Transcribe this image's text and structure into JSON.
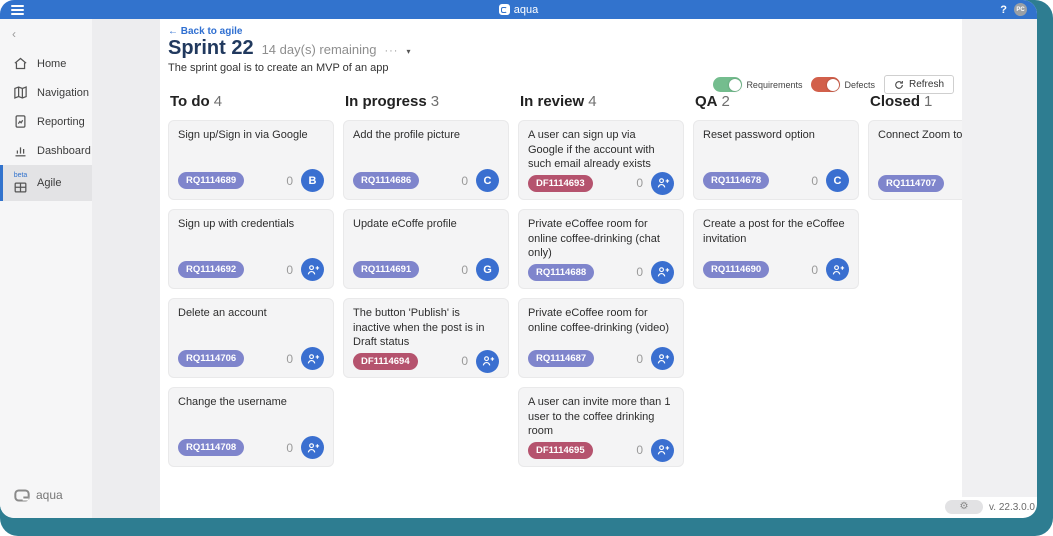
{
  "topbar": {
    "app_name": "aqua",
    "help_label": "?",
    "user_initials": "PC",
    "icons": [
      "hamburger-menu-icon",
      "aqua-logo-icon",
      "question-mark-icon",
      "user-avatar"
    ]
  },
  "sidebar": {
    "collapse_glyph": "‹",
    "items": [
      {
        "label": "Home",
        "icon": "home-icon",
        "selected": false
      },
      {
        "label": "Navigation",
        "icon": "map-icon",
        "selected": false
      },
      {
        "label": "Reporting",
        "icon": "report-icon",
        "selected": false
      },
      {
        "label": "Dashboard",
        "icon": "dashboard-icon",
        "selected": false
      },
      {
        "label": "Agile",
        "icon": "agile-grid-icon",
        "selected": true,
        "beta_tag": "beta"
      }
    ],
    "logo_text": "aqua"
  },
  "header": {
    "back_link": "← Back to agile",
    "title": "Sprint 22",
    "subtitle": "14 day(s) remaining",
    "menu_dots": "···",
    "caret": "▾",
    "goal": "The sprint goal is to create an MVP of an app"
  },
  "controls": {
    "requirements_label": "Requirements",
    "requirements_on": true,
    "defects_label": "Defects",
    "defects_on": true,
    "refresh_label": "Refresh"
  },
  "board": {
    "columns": [
      {
        "title": "To do",
        "count": 4,
        "cards": [
          {
            "title": "Sign up/Sign in via Google",
            "id": "RQ1114689",
            "type": "rq",
            "count": 0,
            "avatar": "B"
          },
          {
            "title": "Sign up with credentials",
            "id": "RQ1114692",
            "type": "rq",
            "count": 0,
            "avatar": "add"
          },
          {
            "title": "Delete an account",
            "id": "RQ1114706",
            "type": "rq",
            "count": 0,
            "avatar": "add"
          },
          {
            "title": "Change the username",
            "id": "RQ1114708",
            "type": "rq",
            "count": 0,
            "avatar": "add"
          }
        ]
      },
      {
        "title": "In progress",
        "count": 3,
        "cards": [
          {
            "title": "Add the profile picture",
            "id": "RQ1114686",
            "type": "rq",
            "count": 0,
            "avatar": "C"
          },
          {
            "title": "Update eCoffe profile",
            "id": "RQ1114691",
            "type": "rq",
            "count": 0,
            "avatar": "G"
          },
          {
            "title": "The button 'Publish' is inactive when the post is in Draft status",
            "id": "DF1114694",
            "type": "df",
            "count": 0,
            "avatar": "add"
          }
        ]
      },
      {
        "title": "In review",
        "count": 4,
        "cards": [
          {
            "title": "A user can sign up via Google if the account with such email already exists",
            "id": "DF1114693",
            "type": "df",
            "count": 0,
            "avatar": "add"
          },
          {
            "title": "Private eCoffee room for online coffee-drinking (chat only)",
            "id": "RQ1114688",
            "type": "rq",
            "count": 0,
            "avatar": "add"
          },
          {
            "title": "Private eCoffee room for online coffee-drinking (video)",
            "id": "RQ1114687",
            "type": "rq",
            "count": 0,
            "avatar": "add"
          },
          {
            "title": "A user can invite more than 1 user to the coffee drinking room",
            "id": "DF1114695",
            "type": "df",
            "count": 0,
            "avatar": "add"
          }
        ]
      },
      {
        "title": "QA",
        "count": 2,
        "cards": [
          {
            "title": "Reset password option",
            "id": "RQ1114678",
            "type": "rq",
            "count": 0,
            "avatar": "C"
          },
          {
            "title": "Create a post for the eCoffee invitation",
            "id": "RQ1114690",
            "type": "rq",
            "count": 0,
            "avatar": "add"
          }
        ]
      },
      {
        "title": "Closed",
        "count": 1,
        "cards": [
          {
            "title": "Connect Zoom to an ac",
            "id": "RQ1114707",
            "type": "rq",
            "count": null,
            "avatar": null
          }
        ]
      }
    ]
  },
  "footer": {
    "version": "v. 22.3.0.0",
    "icons": [
      "gear-icon"
    ]
  },
  "colors": {
    "accent_blue": "#3273cd",
    "frame_teal": "#2e7d91",
    "rq_badge": "#7f85cc",
    "df_badge": "#b5536e",
    "toggle_on_green": "#74bd8e",
    "toggle_on_red": "#d2604b",
    "avatar_blue": "#3a6fd0"
  }
}
